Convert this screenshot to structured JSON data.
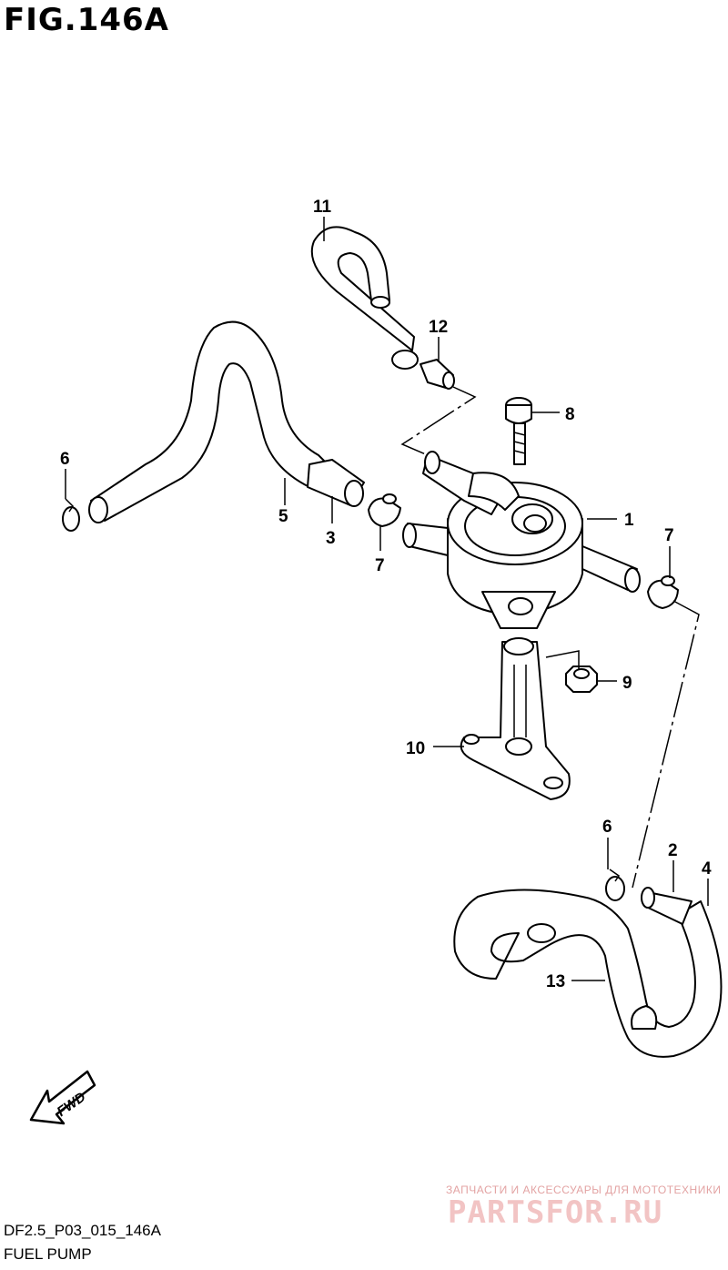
{
  "figure": {
    "title": "FIG.146A"
  },
  "footer": {
    "code": "DF2.5_P03_015_146A",
    "name": "FUEL PUMP"
  },
  "fwd_label": "FWD",
  "watermark": {
    "tagline": "ЗАПЧАСТИ И АКСЕССУАРЫ ДЛЯ МОТОТЕХНИКИ",
    "brand": "PARTSFOR.RU"
  },
  "callouts": [
    "1",
    "2",
    "3",
    "4",
    "5",
    "6",
    "6",
    "7",
    "7",
    "8",
    "9",
    "10",
    "11",
    "12",
    "13"
  ]
}
